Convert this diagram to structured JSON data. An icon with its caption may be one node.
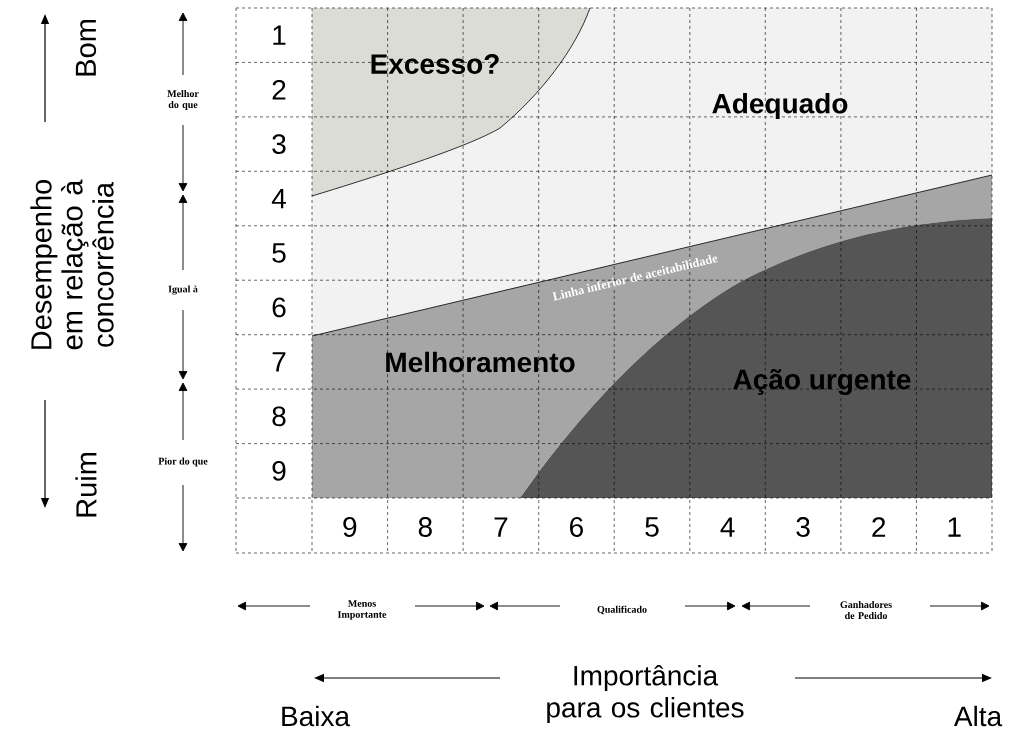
{
  "diagram": {
    "nodes": [
      {
        "text": [
          "Excesso?"
        ]
      },
      {
        "text": [
          "Adequado"
        ]
      },
      {
        "text": [
          "Melhoramento"
        ]
      },
      {
        "text": [
          "Ação urgente"
        ]
      }
    ],
    "labels": [
      "Bom",
      "Desempenho em relação à concorrência",
      "Ruim",
      "Melhor do que",
      "Igual à",
      "Pior do que",
      "1",
      "2",
      "3",
      "4",
      "5",
      "6",
      "7",
      "8",
      "9",
      "9",
      "8",
      "7",
      "6",
      "5",
      "4",
      "3",
      "2",
      "1",
      "Linha inferior de aceitabilidade",
      "Menos Importante",
      "Qualificado",
      "Ganhadores de Pedido",
      "Importância para os clientes",
      "Baixa",
      "Alta"
    ]
  }
}
